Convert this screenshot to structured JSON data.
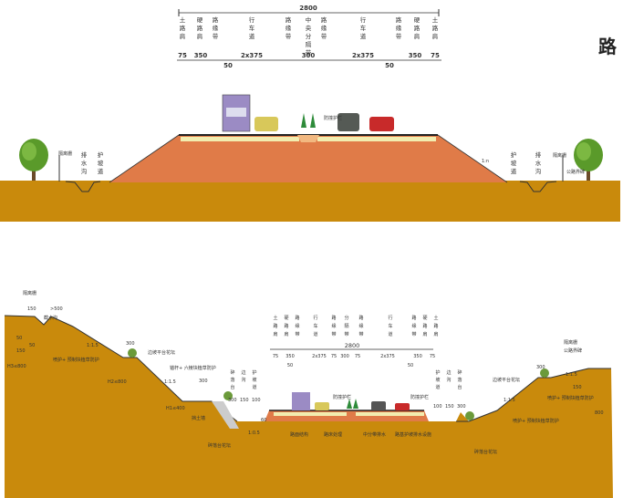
{
  "title_fragment": "路",
  "top_section": {
    "total_width": "2800",
    "columns": [
      {
        "label": [
          "土",
          "路",
          "肩"
        ]
      },
      {
        "label": [
          "硬",
          "路",
          "肩"
        ]
      },
      {
        "label": [
          "路",
          "缘",
          "带"
        ]
      },
      {
        "label": [
          "行",
          "车",
          "道"
        ]
      },
      {
        "label": [
          "路",
          "缘",
          "带"
        ]
      },
      {
        "label": [
          "中",
          "央",
          "分",
          "隔",
          "带"
        ]
      },
      {
        "label": [
          "路",
          "缘",
          "带"
        ]
      },
      {
        "label": [
          "行",
          "车",
          "道"
        ]
      },
      {
        "label": [
          "路",
          "缘",
          "带"
        ]
      },
      {
        "label": [
          "硬",
          "路",
          "肩"
        ]
      },
      {
        "label": [
          "土",
          "路",
          "肩"
        ]
      }
    ],
    "dims": [
      "75",
      "350",
      "2x375",
      "300",
      "2x375",
      "350",
      "75"
    ],
    "offset_dims": [
      "50",
      "50"
    ],
    "left_labels": {
      "fence": "隔离栅",
      "ditch": [
        "排",
        "水",
        "沟"
      ],
      "berm": [
        "护",
        "坡",
        "道"
      ]
    },
    "right_labels": {
      "fence": "隔离栅",
      "marker": "公路界碑",
      "ditch": [
        "排",
        "水",
        "沟"
      ],
      "berm": [
        "护",
        "坡",
        "道"
      ]
    },
    "guardrail": "防撞护栏",
    "slope": "1:n"
  },
  "bottom_section": {
    "total_width": "2800",
    "columns": [
      [
        "土",
        "路",
        "肩"
      ],
      [
        "硬",
        "路",
        "肩"
      ],
      [
        "路",
        "缘",
        "带"
      ],
      [
        "行",
        "车",
        "道"
      ],
      [
        "路",
        "缘",
        "带"
      ],
      [
        "分",
        "隔",
        "带"
      ],
      [
        "路",
        "缘",
        "带"
      ],
      [
        "行",
        "车",
        "道"
      ],
      [
        "路",
        "缘",
        "带"
      ],
      [
        "硬",
        "路",
        "肩"
      ],
      [
        "土",
        "路",
        "肩"
      ]
    ],
    "dims": [
      "75",
      "350",
      "2x375",
      "75",
      "300",
      "75",
      "2x375",
      "350",
      "75"
    ],
    "offset_dims": [
      "50",
      "50"
    ],
    "left": {
      "fence": "隔离栅",
      "dim_150": "150",
      "dim_500": ">500",
      "intercept_ditch": "截水沟",
      "dim_50a": "50",
      "dim_50b": "50",
      "dim_150b": "150",
      "h3": "H3≤800",
      "h2": "H2≤800",
      "h1": "H1≤400",
      "slope1": "1:1.5",
      "slope2": "1:1.5",
      "dim_300a": "300",
      "dim_300b": "300",
      "planter": "边坡平台花坛",
      "protect1": "喷护+ 预制块植草防护",
      "protect2": "锚杆+ 六棱块植草防护",
      "retaining": "挡土墙",
      "platform_planter": "碎落台花坛",
      "slope3": "1:0.5",
      "berm_cols": [
        [
          "碎",
          "落",
          "台"
        ],
        [
          "边",
          "沟"
        ],
        [
          "护",
          "坡",
          "道"
        ]
      ],
      "berm_dims": [
        "300",
        "150",
        "100"
      ]
    },
    "center": {
      "guardrail_left": "防撞护栏",
      "guardrail_right": "防撞护栏",
      "layers": [
        "路面结构",
        "路床处理",
        "中分带排水",
        "路基护坡排水设施"
      ],
      "h60": "60"
    },
    "right": {
      "fence": "隔离栅",
      "marker": "公路界碑",
      "berm_cols": [
        [
          "护",
          "坡",
          "道"
        ],
        [
          "边",
          "沟"
        ],
        [
          "碎",
          "落",
          "台"
        ]
      ],
      "berm_dims": [
        "100",
        "150",
        "300"
      ],
      "planter": "边坡平台花坛",
      "platform_planter": "碎落台花坛",
      "slope1": "1:1.5",
      "slope2": "1:1.5",
      "dim_300": "300",
      "dim_150": "150",
      "h": "800",
      "protect1": "喷护+ 预制块植草防护",
      "protect2": "喷护+ 预制块植草防护"
    }
  },
  "colors": {
    "embankment": "#e07b48",
    "ground": "#c98a0c",
    "road": "#222222",
    "tree": "#5a9a2a"
  }
}
